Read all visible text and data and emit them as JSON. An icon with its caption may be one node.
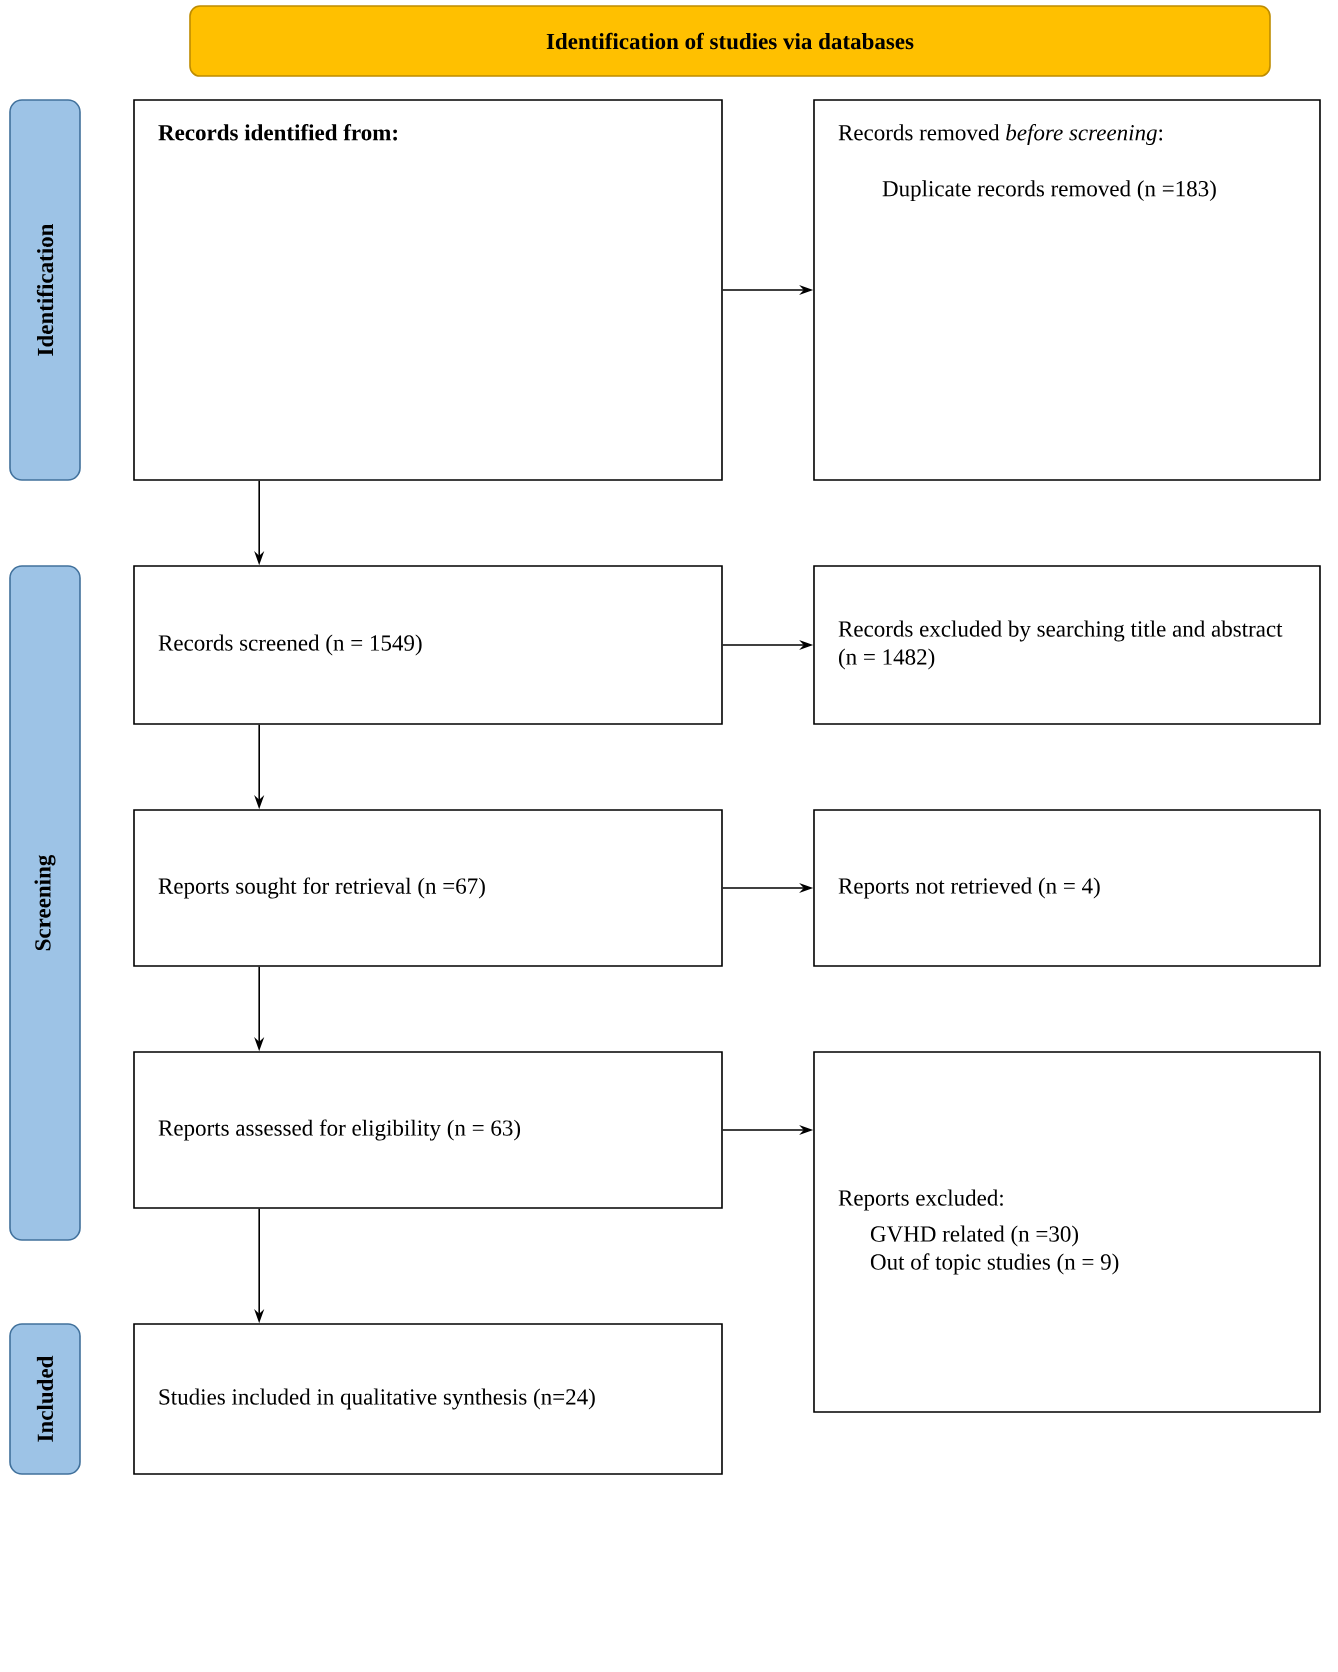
{
  "diagram": {
    "nodes": [
      {
        "text": [
          "Identification of studies via databases"
        ]
      },
      {
        "text": [
          "Identification"
        ]
      },
      {
        "text": [
          "Screening"
        ]
      },
      {
        "text": [
          "Included"
        ]
      },
      {
        "text": [
          "Records identified from:"
        ]
      },
      {
        "text": [
          "Records removed *before screening*:",
          "Duplicate records removed (n =183)"
        ]
      },
      {
        "text": [
          "Records screened (n = 1549)"
        ]
      },
      {
        "text": [
          "Records excluded by searching title and abstract (n = 1482)"
        ]
      },
      {
        "text": [
          "Reports sought for retrieval (n =67)"
        ]
      },
      {
        "text": [
          "Reports not retrieved (n = 4)"
        ]
      },
      {
        "text": [
          "Reports assessed for eligibility (n = 63)"
        ]
      },
      {
        "text": [
          "Reports excluded:",
          "GVHD related (n =30)",
          "Out of topic studies (n = 9)"
        ]
      },
      {
        "text": [
          "Studies included in qualitative synthesis (n=24)"
        ]
      }
    ],
    "edges": [
      {
        "from": 4,
        "to": 5,
        "arrow": "to"
      },
      {
        "from": 4,
        "to": 6,
        "arrow": "to"
      },
      {
        "from": 6,
        "to": 7,
        "arrow": "to"
      },
      {
        "from": 6,
        "to": 8,
        "arrow": "to"
      },
      {
        "from": 8,
        "to": 9,
        "arrow": "to"
      },
      {
        "from": 8,
        "to": 10,
        "arrow": "to"
      },
      {
        "from": 10,
        "to": 11,
        "arrow": "to"
      },
      {
        "from": 10,
        "to": 12,
        "arrow": "to"
      }
    ]
  }
}
